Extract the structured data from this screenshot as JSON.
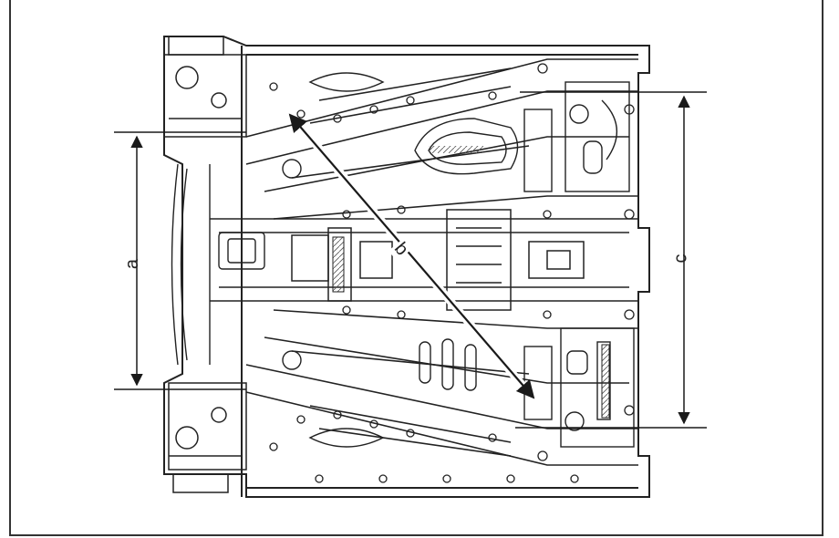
{
  "diagram": {
    "labels": {
      "a": "a",
      "b": "b",
      "c": "c"
    },
    "colors": {
      "line": "#222222",
      "arrow": "#1a1a1a",
      "panel_fill": "#ffffff"
    }
  }
}
